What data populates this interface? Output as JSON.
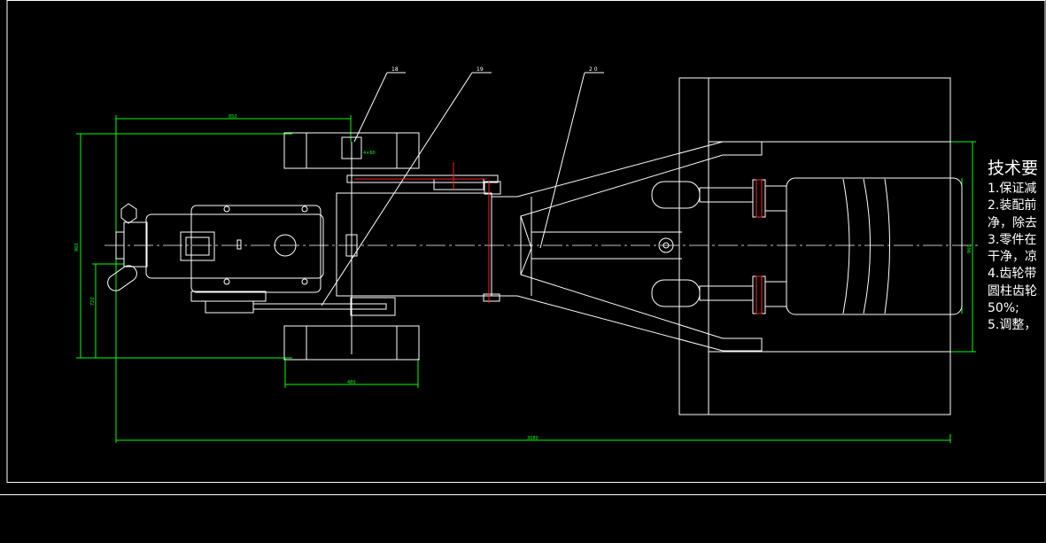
{
  "balloons": {
    "b18": "18",
    "b19": "19",
    "b20": "2 0"
  },
  "dimensions": {
    "d_top": "850",
    "d_left_outer": "960",
    "d_left_inner": "720",
    "d_wheel": "480",
    "d_overall": "3080",
    "d_right": "960",
    "d_tiny": "4×60"
  },
  "tech_req": {
    "title": "技术要",
    "lines": [
      "1.保证减",
      "2.装配前",
      "净，除去",
      "3.零件在",
      "干净，凉",
      "4.齿轮带",
      "圆柱齿轮",
      "50%;",
      "5.调整，"
    ]
  },
  "colors": {
    "background": "#000000",
    "lines": "#ffffff",
    "dimensions": "#00ff00",
    "highlight": "#ff2020"
  }
}
